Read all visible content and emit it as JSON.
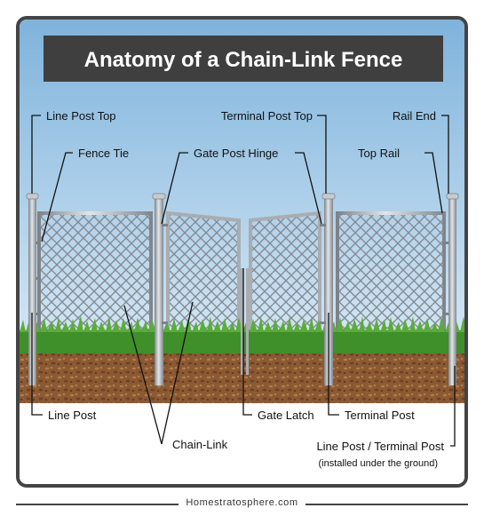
{
  "title": "Anatomy of a Chain-Link Fence",
  "labels": {
    "line_post_top": "Line Post Top",
    "terminal_post_top": "Terminal Post Top",
    "rail_end": "Rail End",
    "fence_tie": "Fence Tie",
    "gate_post_hinge": "Gate Post Hinge",
    "top_rail": "Top Rail",
    "line_post": "Line Post",
    "gate_latch": "Gate Latch",
    "terminal_post": "Terminal Post",
    "chain_link": "Chain-Link",
    "line_terminal_post": "Line Post / Terminal Post",
    "installed_note": "(installed under the ground)"
  },
  "footer": {
    "brand": "Homestratosphere.com"
  },
  "colors": {
    "sky": "#a8cce8",
    "title_bg": "#3f3f3f",
    "post": "#a9adb2",
    "mesh": "#8a8f96",
    "grass": "#3f8f2a",
    "soil": "#8b5a33",
    "frame": "#444444"
  }
}
